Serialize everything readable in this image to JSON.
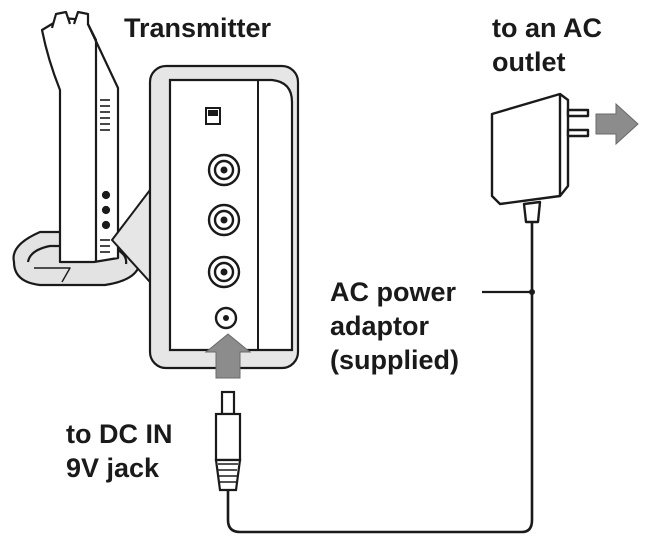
{
  "labels": {
    "transmitter": "Transmitter",
    "outlet_line1": "to an AC",
    "outlet_line2": "outlet",
    "adaptor_line1": "AC power",
    "adaptor_line2": "adaptor",
    "adaptor_line3": "(supplied)",
    "jack_line1": "to DC IN",
    "jack_line2": "9V jack"
  },
  "colors": {
    "line": "#1a1a1a",
    "panel_fill": "#ffffff",
    "panel_outline": "#1a1a1a",
    "callout_bg": "#e6e6e6",
    "arrow_fill": "#8c8c8c"
  },
  "icons": {
    "transmitter": "transmitter-stand",
    "adaptor": "ac-adaptor-plug",
    "jack": "dc-plug"
  }
}
